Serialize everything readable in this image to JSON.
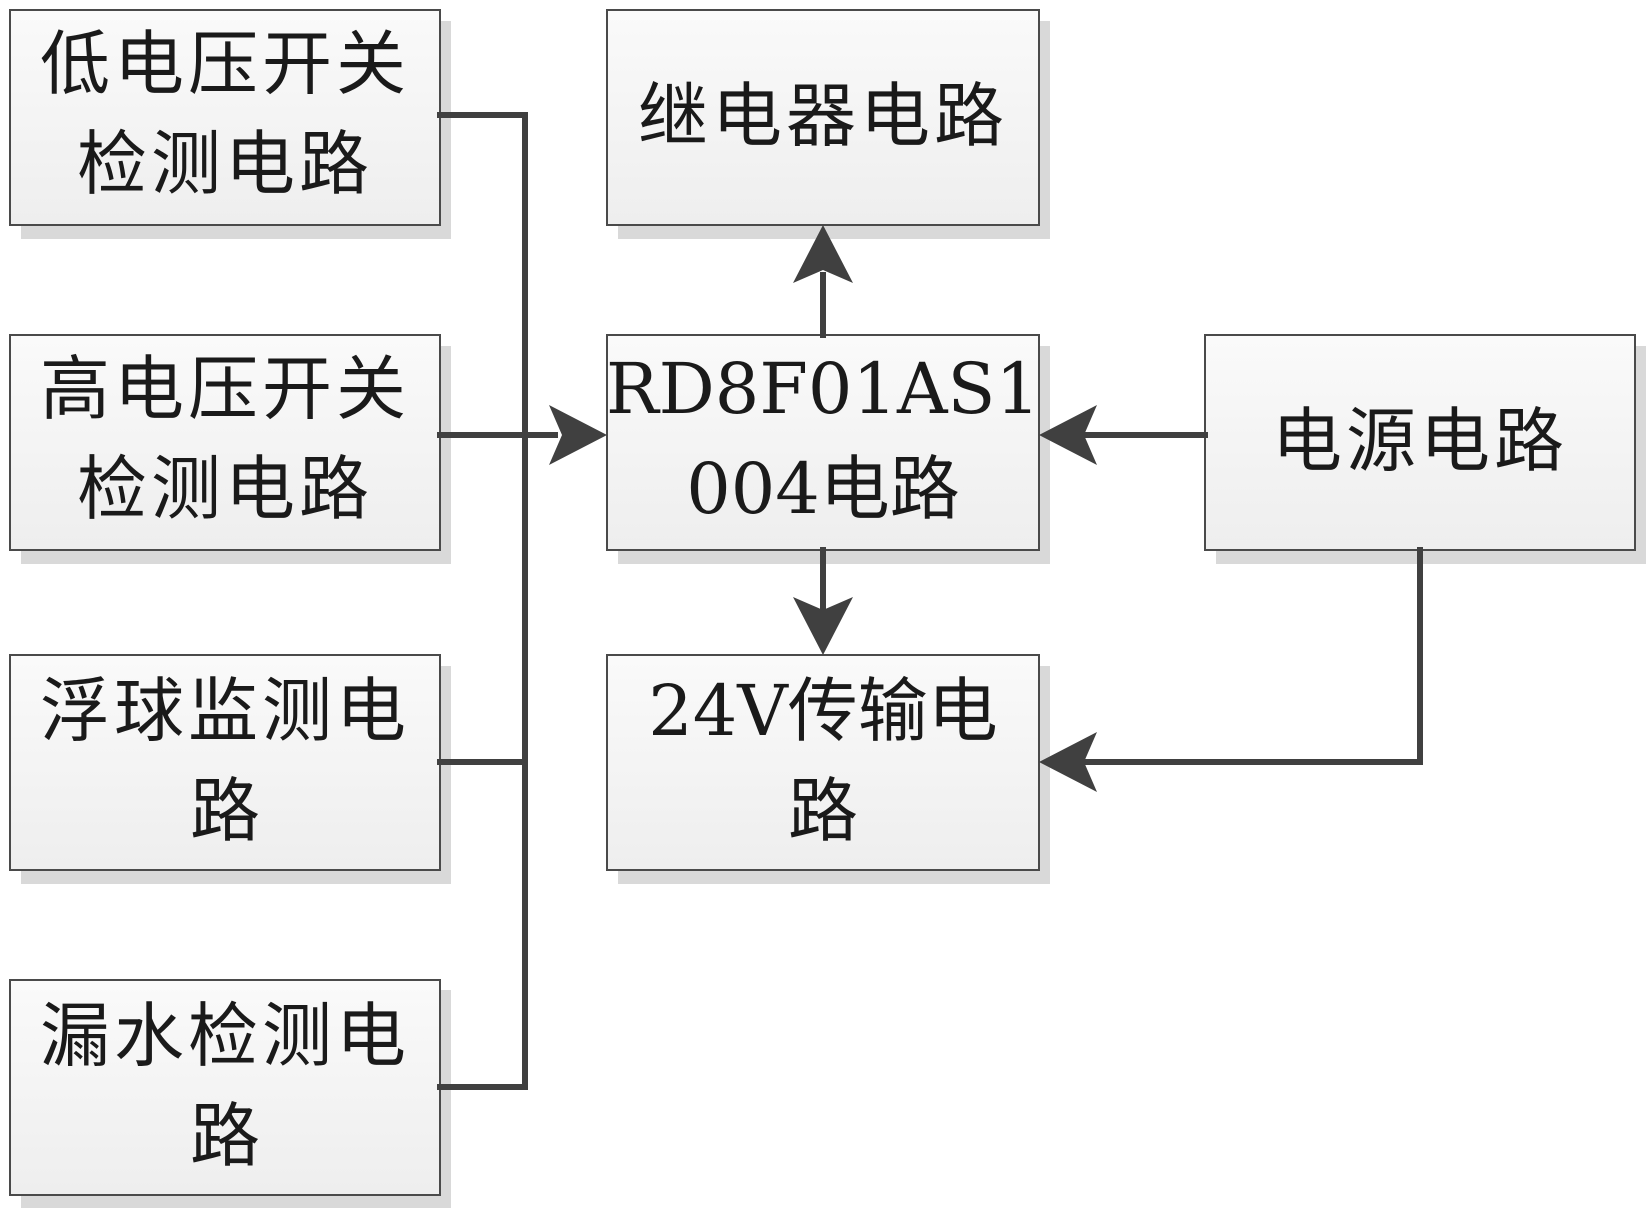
{
  "boxes": {
    "low_voltage": {
      "line1": "低电压开关",
      "line2": "检测电路"
    },
    "high_voltage": {
      "line1": "高电压开关",
      "line2": "检测电路"
    },
    "float_ball": {
      "line1": "浮球监测电",
      "line2": "路"
    },
    "water_leak": {
      "line1": "漏水检测电",
      "line2": "路"
    },
    "relay": {
      "line1": "继电器电路"
    },
    "controller": {
      "line1": "RD8F01AS1",
      "line2": "004电路"
    },
    "power": {
      "line1": "电源电路"
    },
    "transmission": {
      "line1": "24V传输电",
      "line2": "路"
    }
  },
  "colors": {
    "box_fill": "#f5f5f5",
    "box_stroke": "#4a4a4a",
    "shadow": "#d9d9d9",
    "connector": "#404040"
  }
}
